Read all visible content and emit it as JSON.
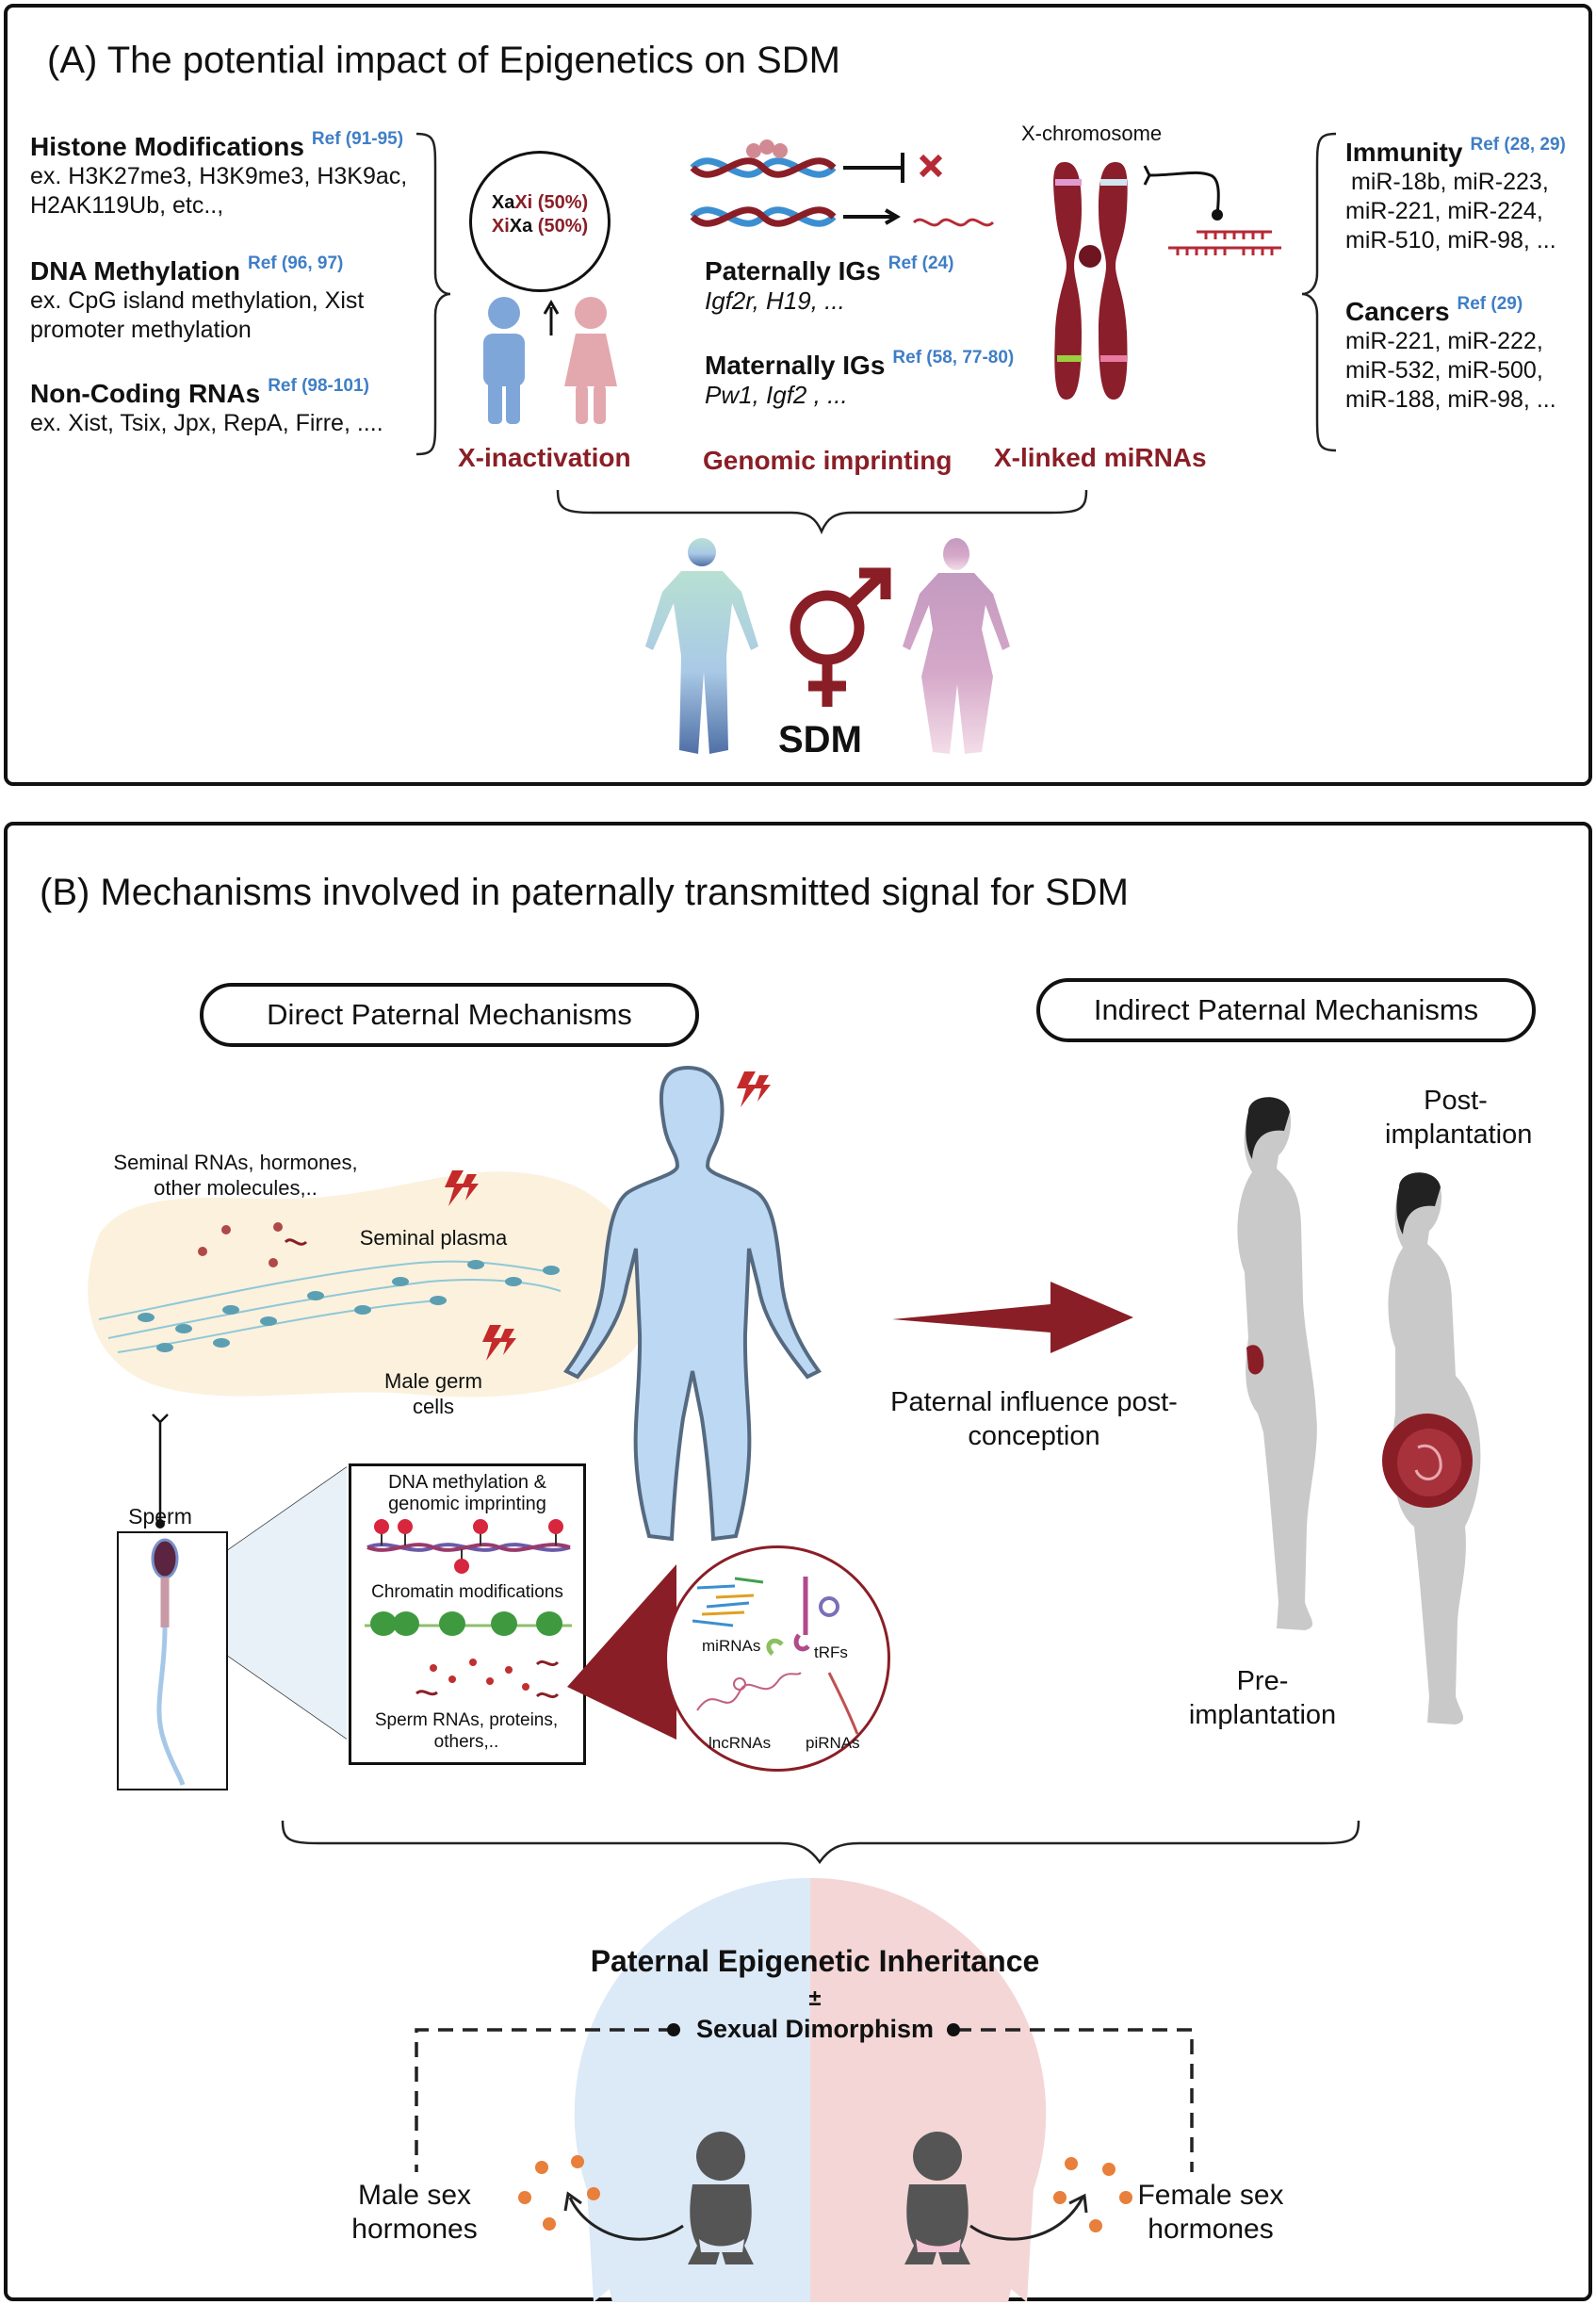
{
  "panel_a": {
    "title": "(A) The potential impact of Epigenetics on SDM",
    "histone": {
      "heading": "Histone Modifications",
      "ref": "Ref (91-95)",
      "body": "ex. H3K27me3, H3K9me3, H3K9ac, H2AK119Ub, etc..,"
    },
    "dna": {
      "heading": "DNA Methylation",
      "ref": "Ref (96, 97)",
      "body": "ex. CpG island methylation, Xist promoter methylation"
    },
    "ncrna": {
      "heading": "Non-Coding RNAs",
      "ref": "Ref (98-101)",
      "body": "ex. Xist, Tsix, Jpx, RepA, Firre, ...."
    },
    "xist_ratio": {
      "line1_a": "Xa",
      "line1_b": "Xi",
      "line1_c": " (50%)",
      "line2_a": "Xi",
      "line2_b": "Xa",
      "line2_c": " (50%)"
    },
    "x_inactivation": "X-inactivation",
    "paternal_igs": {
      "heading": "Paternally IGs",
      "ref": "Ref (24)",
      "genes": "Igf2r, H19, ..."
    },
    "maternal_igs": {
      "heading": "Maternally IGs",
      "ref": "Ref (58, 77-80)",
      "genes": "Pw1,  Igf2 , ..."
    },
    "genomic_imprinting": "Genomic imprinting",
    "x_chromosome": "X-chromosome",
    "x_linked": "X-linked miRNAs",
    "immunity": {
      "heading": "Immunity",
      "ref": "Ref (28, 29)",
      "line1": "miR-18b, miR-223,",
      "line2": "miR-221, miR-224,",
      "line3": "miR-510, miR-98, ..."
    },
    "cancers": {
      "heading": "Cancers",
      "ref": "Ref (29)",
      "line1": "miR-221, miR-222,",
      "line2": "miR-532, miR-500,",
      "line3": "miR-188, miR-98, ..."
    },
    "sdm": "SDM"
  },
  "panel_b": {
    "title": "(B) Mechanisms involved in paternally transmitted signal for SDM",
    "direct": "Direct Paternal  Mechanisms",
    "indirect": "Indirect Paternal  Mechanisms",
    "seminal_rnas": "Seminal  RNAs, hormones, other molecules,..",
    "seminal_plasma": "Seminal plasma",
    "germ_cells": "Male germ cells",
    "sperm": "Sperm",
    "dna_meth": "DNA methylation & genomic imprinting",
    "chromatin": "Chromatin modifications",
    "sperm_rnas": "Sperm RNAs, proteins, others,..",
    "mirnas": "miRNAs",
    "trfs": "tRFs",
    "lncrnas": "lncRNAs",
    "pirnas": "piRNAs",
    "paternal_influence": "Paternal influence post-conception",
    "post_implantation": "Post-implantation",
    "pre_implantation": "Pre-implantation",
    "inheritance": "Paternal Epigenetic Inheritance",
    "plusminus": "±",
    "sexual_dimorphism": "Sexual Dimorphism",
    "male_hormones": "Male sex hormones",
    "female_hormones": "Female sex hormones"
  },
  "colors": {
    "accent_red": "#8a1e26",
    "ref_blue": "#3f7ec6",
    "male_blue": "#9fc0e6",
    "female_pink": "#e6a6ad"
  }
}
